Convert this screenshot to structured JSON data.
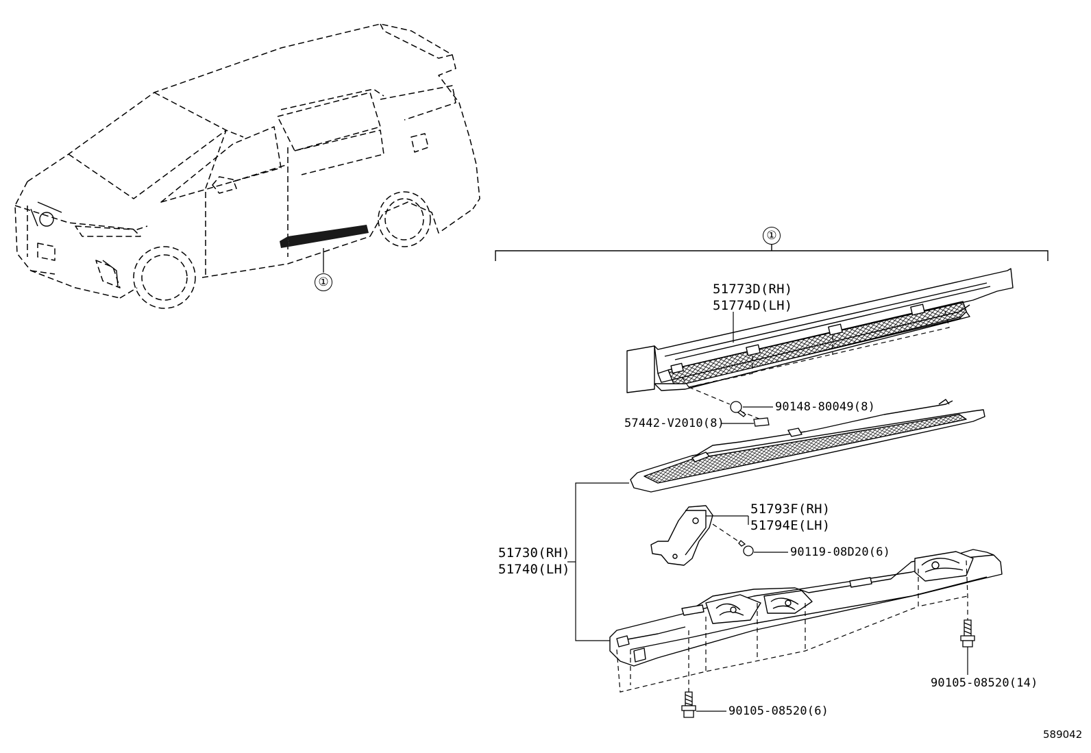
{
  "callout_symbol": "①",
  "assembly_bracket_label": "①",
  "illustration_number": "589042",
  "labels": {
    "cover_rh": "51773D(RH)",
    "cover_lh": "51774D(LH)",
    "screw_cover": "90148-80049(8)",
    "clip": "57442-V2010(8)",
    "step_assy_rh": "51730(RH)",
    "step_assy_lh": "51740(LH)",
    "bracket_rh": "51793F(RH)",
    "bracket_lh": "51794E(LH)",
    "bolt_bracket": "90119-08D20(6)",
    "bolt_rear": "90105-08520(14)",
    "bolt_front": "90105-08520(6)"
  }
}
